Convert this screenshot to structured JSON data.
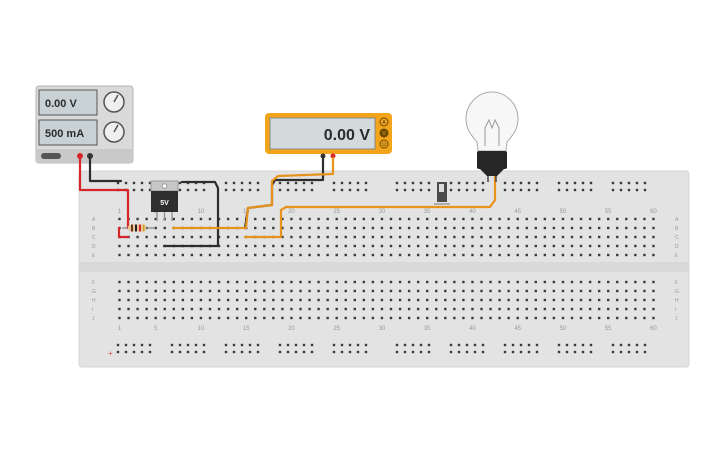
{
  "power_supply": {
    "voltage_display": "0.00 V",
    "current_display": "500 mA"
  },
  "multimeter": {
    "display": "0.00 V",
    "modes": [
      "A",
      "V",
      "Ω"
    ]
  },
  "regulator": {
    "label": "5V"
  },
  "breadboard": {
    "column_numbers": [
      "1",
      "5",
      "10",
      "15",
      "20",
      "25",
      "30",
      "35",
      "40",
      "45",
      "50",
      "55",
      "60"
    ],
    "row_letters_top": [
      "A",
      "B",
      "C",
      "D",
      "E"
    ],
    "row_letters_bottom": [
      "F",
      "G",
      "H",
      "I",
      "J"
    ]
  },
  "colors": {
    "red_wire": "#d6262b",
    "black_wire": "#2d2d2d",
    "orange_wire": "#e8921e",
    "multimeter_body": "#f2a51a",
    "breadboard": "#e3e3e3"
  },
  "icons": [
    "lightbulb-icon",
    "slide-switch-icon",
    "resistor-icon",
    "knob-icon"
  ]
}
